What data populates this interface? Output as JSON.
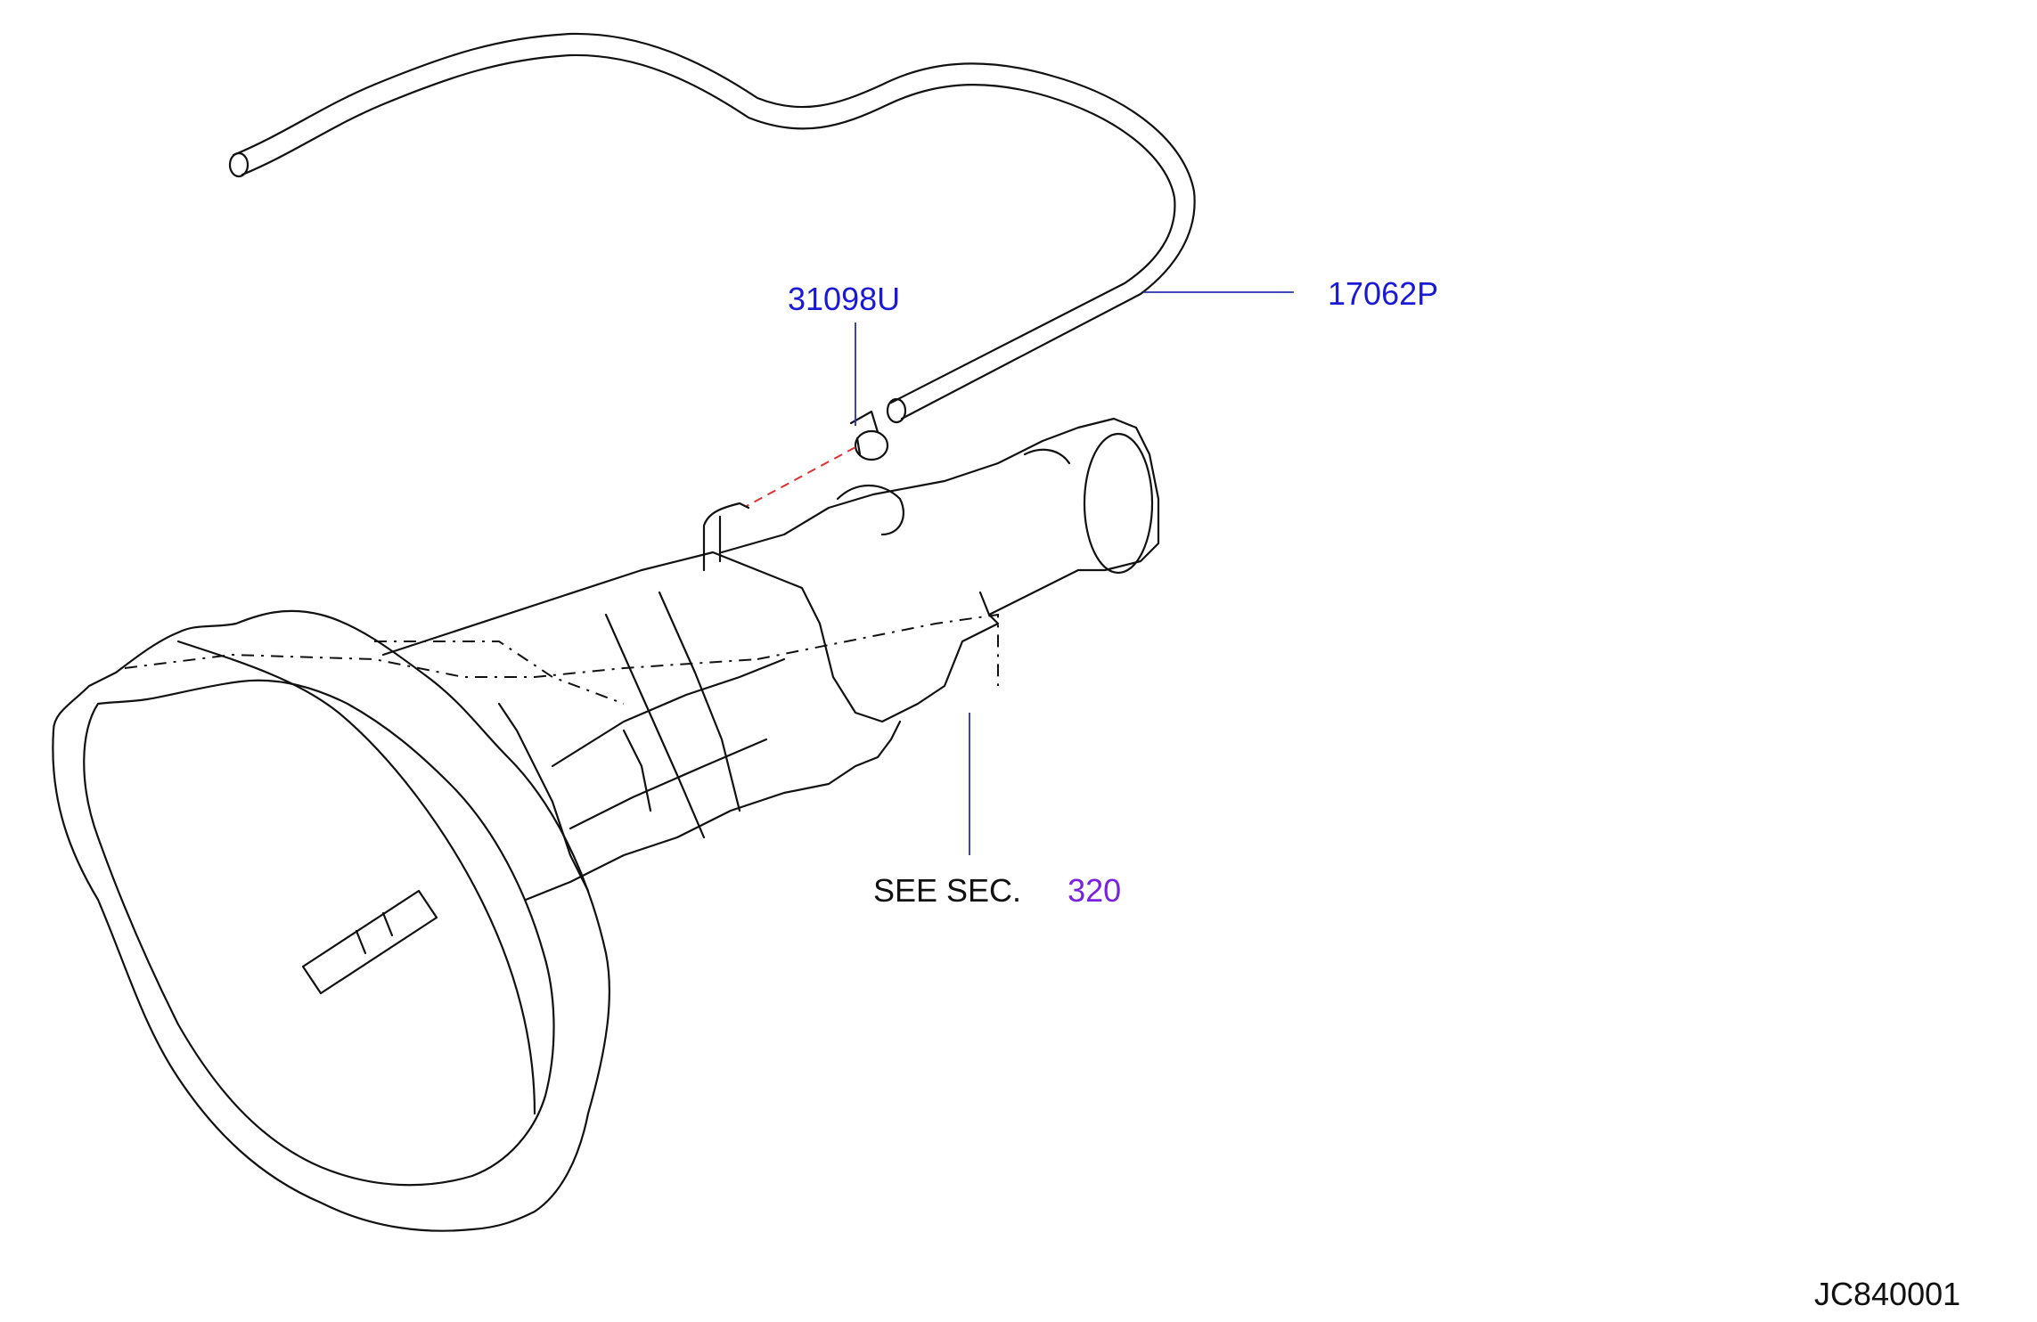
{
  "labels": {
    "clamp_part": "31098U",
    "hose_part": "17062P",
    "see_sec": "SEE  SEC.",
    "section_number": "320",
    "diagram_code": "JC840001"
  },
  "colors": {
    "part_number": "#1a1ad6",
    "section_link": "#7a22dd",
    "outline": "#111111",
    "mount_dash": "#e03030"
  }
}
